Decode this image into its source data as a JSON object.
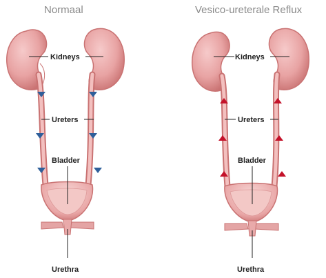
{
  "panels": [
    {
      "title": "Normaal",
      "labels": {
        "kidneys": "Kidneys",
        "ureters": "Ureters",
        "bladder": "Bladder",
        "urethra": "Urethra"
      },
      "flow": "down",
      "arrow_color": "#2f5f9a"
    },
    {
      "title": "Vesico-ureterale Reflux",
      "labels": {
        "kidneys": "Kidneys",
        "ureters": "Ureters",
        "bladder": "Bladder",
        "urethra": "Urethra"
      },
      "flow": "up",
      "arrow_color": "#c4122a"
    }
  ],
  "colors": {
    "organ": "#e8a3a3",
    "organ_dark": "#c97272",
    "organ_light": "#f6caca",
    "urine": "#f3c8c6"
  }
}
